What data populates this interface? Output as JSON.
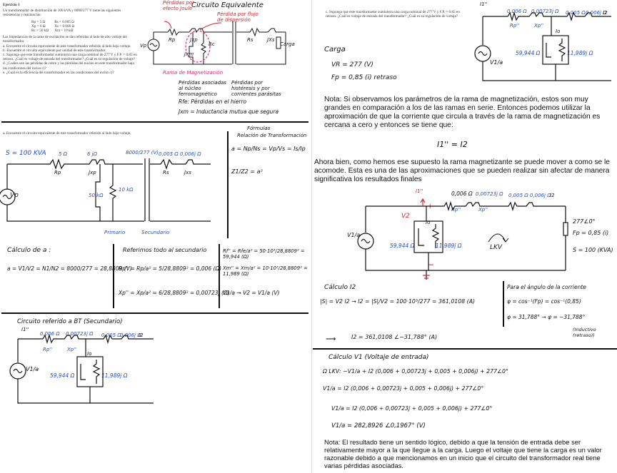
{
  "exercise": {
    "title": "Ejercicio 1",
    "statement": "Un transformador de distribución de 100 kVA y 8000/277 V tiene las siguientes resistencias y reactancias:",
    "params_left": [
      "Rp = 5 Ω",
      "Xp = 6 Ω",
      "Rc = 50 kΩ"
    ],
    "params_right": [
      "Rs = 0.005 Ω",
      "Xs = 0.006 Ω",
      "Xm = 10 kΩ"
    ],
    "note": "Las impedancias de la rama de excitación se dan referidas al lado de alto voltaje del transformador.",
    "items": [
      "a. Encuentre el circuito equivalente de este transformador referido al lado bajo voltaje.",
      "b. Encuentre el circuito equivalente por unidad de este transformador.",
      "c. Suponga que este transformador suministra una carga nominal de 277 V y F.P. = 0.85 en retraso. ¿Cuál es voltaje de entrada del transformador? ¿Cuál es su regulación de voltaje?",
      "d. ¿Cuáles son las pérdidas de cobre y las pérdidas del núcleo en este transformador bajo las condiciones del inciso c)?",
      "e. ¿Cuál es la eficiencia del transformador en las condiciones del inciso c)?"
    ],
    "item_a_repeat": "a. Encuentre el circuito equivalente de este transformador referido al lado bajo voltaje.",
    "item_c_repeat": "c. Suponga que este transformador suministra una carga nominal de 277 V y F.P. = 0.85 en retraso. ¿Cuál es voltaje de entrada del transformador? ¿Cuál es su regulación de voltaje?"
  },
  "sketch_top": {
    "title": "Circuito Equivalente",
    "labels": [
      "Pérdidas por efecto Joule",
      "Pérdida por flujo de dispersión",
      "Rama de Magnetización",
      "Carga"
    ],
    "components": [
      "Rp",
      "Jxp",
      "Rc",
      "Jxm",
      "Rs",
      "JXs",
      "Vp"
    ],
    "notes": [
      "Pérdidas asociadas al núcleo ferromagnético",
      "Pérdidas por histéresis y por corrientes parásitas",
      "Rfe: Pérdidas en el hierro",
      "Jxm = Inductancia mutua que segura"
    ]
  },
  "section_a": {
    "S": "S = 100 KVA",
    "values": [
      "5 Ω",
      "6 jΩ",
      "8000/277 (V)",
      "0,005 Ω",
      "0,006j Ω",
      "50 kΩ",
      "10 kΩ"
    ],
    "components": [
      "Rp",
      "Jxp",
      "Rs",
      "Jxs",
      "Vp",
      "Primario",
      "Secundario"
    ],
    "formulas_title": "Fórmulas",
    "formulas_sub": "Relación de Transformación",
    "formula1": "a = Np/Ns = Vp/Vs = Is/Ip",
    "formula2": "Z1/Z2 = a²"
  },
  "calc": {
    "title": "Cálculo de a :",
    "a_expr": "a = V1/V2 = N1/N2 = 8000/277 = 28,8809 (V)",
    "ref_title": "Referimos todo al secundario",
    "rp": "Rp'' = Rp/a² = 5/28,8809² = 0,006 (Ω)",
    "xp": "Xp'' = Xp/a² = 6/28,8809² = 0,00723j (Ω)",
    "rfe": "Rf'' = Rfe/a² = 50·10³/28,8809² = 59,944 (Ω)",
    "xm": "Xm'' = Xm/a² = 10·10³/28,8809² = 11,989 (Ω)",
    "v1": "V1/a → V2 = V1/a (V)"
  },
  "circuit_bt": {
    "title": "Circuito referido a BT (Secundario)",
    "I1": "I1''",
    "r1": "0,006 Ω",
    "x1": "0,00723j Ω",
    "r2": "0,005 Ω",
    "x2": "0,006j Ω",
    "I2": "I2",
    "rp": "Rp''",
    "xp": "Xp''",
    "io": "Io",
    "rfe": "59,944 Ω",
    "xm": "11,989j Ω",
    "src": "V1/a"
  },
  "right": {
    "carga_title": "Carga",
    "vr": "VR = 277 (V)",
    "fp": "Fp = 0,85 (i) retraso",
    "note1": "Nota: Si observamos los parámetros de la rama de magnetización, estos son muy grandes en comparación a los de las ramas en serie. Entonces podemos utilizar la aproximación de que la corriente que circula a través de la rama de magnetización es cercana a cero y entonces se tiene que:",
    "eq": "I1'' = I2",
    "note2": "Ahora bien, como hemos ese supuesto la rama magnetizante se puede mover a como se le acomode. Esta es una de las aproximaciones que se pueden realizar sin afectar de manera significativa los resultados finales",
    "circuit2_load": [
      "277∠0°",
      "Fp = 0,85 (i)",
      "S = 100 (KVA)"
    ],
    "lkv": "LKV",
    "v2": "V2",
    "plus": "+",
    "minus": "−",
    "calc_i2": "Cálculo I2",
    "s_eq": "|S| = V2 I2  →  I2 = |S|/V2 = 100·10³/277 = 361,0108 (A)",
    "angle_title": "Para el ángulo de la corriente",
    "phi1": "φ = cos⁻¹(Fp) = cos⁻¹(0,85)",
    "phi2": "φ = 31,788°  →  φ = −31,788°",
    "phi_note": "(Inductivo (retraso))",
    "i2_res": "I2 = 361,0108 ∠−31,788° (A)",
    "calc_v1": "Cálculo V1 (Voltaje de entrada)",
    "lkv_eq": "Ω LKV:  −V1/a + I2 (0,006 + 0,00723j + 0,005 + 0,006j) + 277∠0°",
    "eq_a": "V1/a = I2 (0,006 + 0,00723j + 0,005 + 0,006j) + 277∠0°",
    "eq_b": "V1/a = I2 (0,006 + 0,00723j + 0,005 + 0,006j) + 277∠0°",
    "eq_c": "V1/a = 282,8926 ∠0,1967° (V)",
    "note3": "Nota: El resultado tiene un sentido lógico, debido a que la tensión de entrada debe ser relativamente mayor a la que llegue a la carga. Luego el voltaje que tiene la carga es un valor razonable debido a que mencionamos en un inicio que el circuito del transformador real tiene varias pérdidas asociadas."
  }
}
